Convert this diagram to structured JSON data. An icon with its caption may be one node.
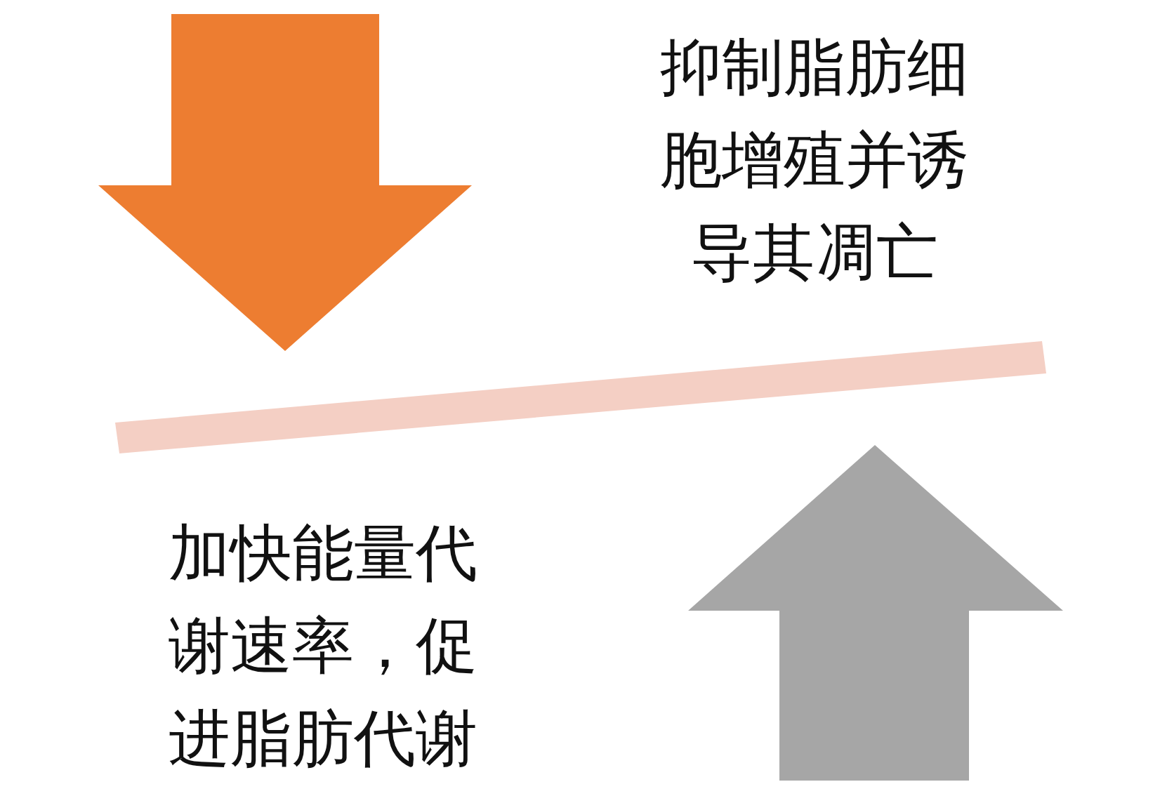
{
  "diagram": {
    "nodes": [
      {
        "text": [],
        "shape": "bar"
      }
    ],
    "labels": [
      "抑制脂肪细胞增殖并诱导其凋亡",
      "加快能量代谢速率，促进脂肪代谢"
    ]
  }
}
